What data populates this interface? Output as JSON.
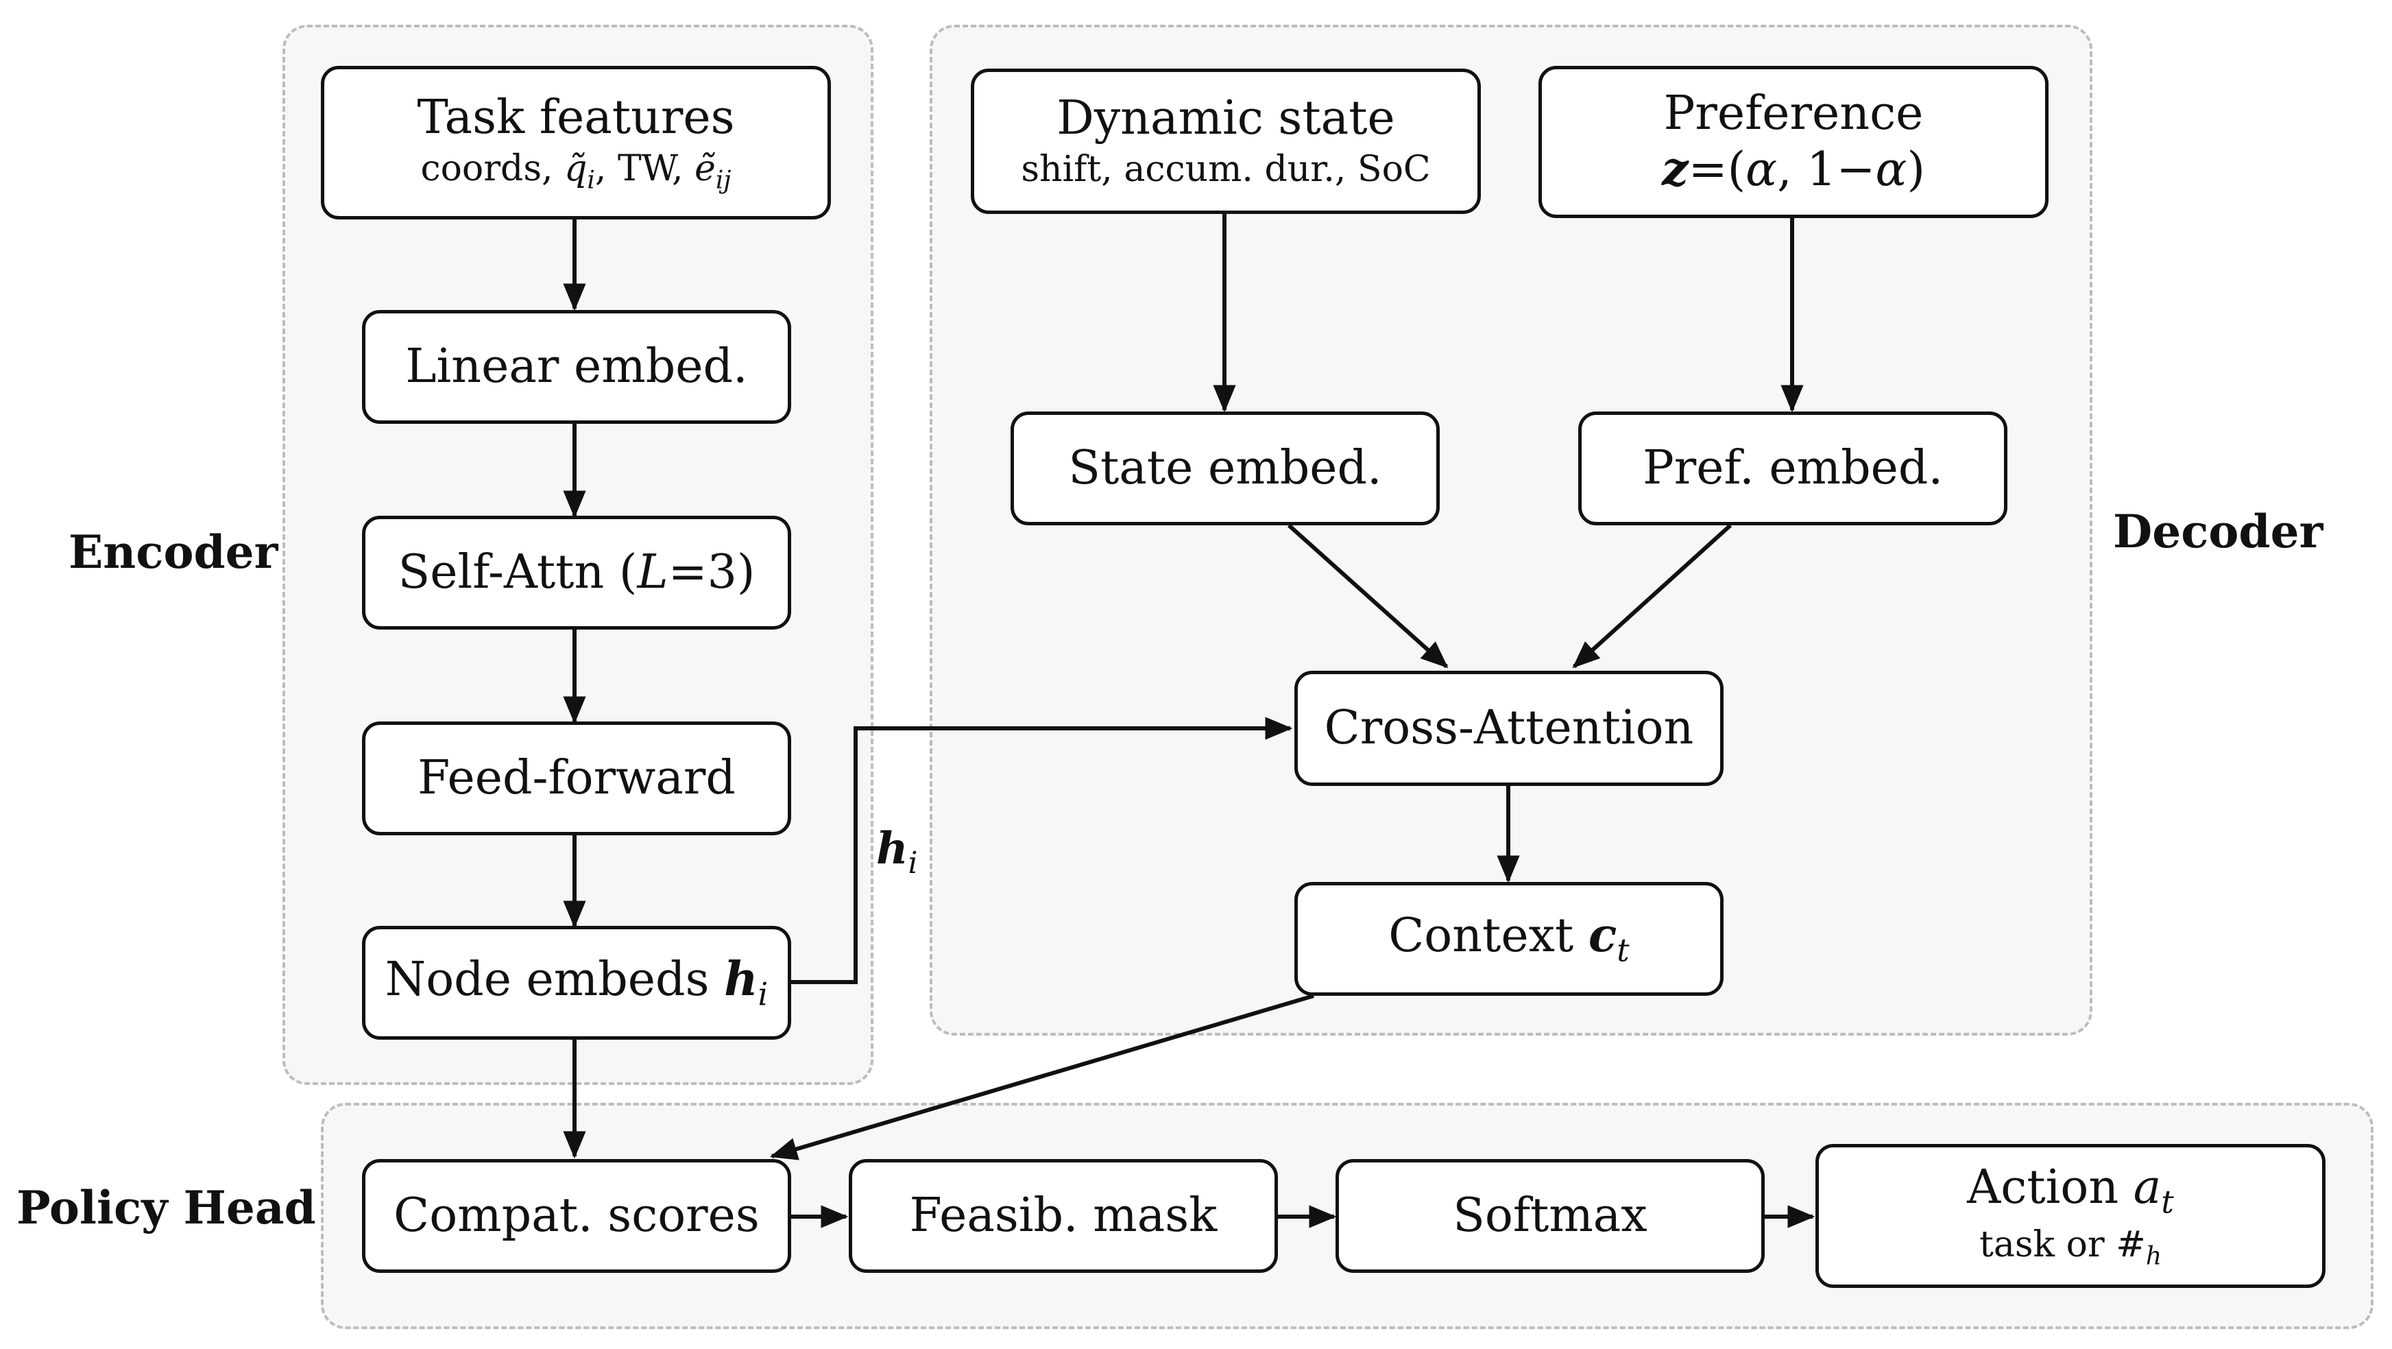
{
  "sections": {
    "encoder": "Encoder",
    "decoder": "Decoder",
    "policy_head": "Policy Head"
  },
  "nodes": {
    "task_features": {
      "title": "Task features",
      "sub_prefix": "coords, ",
      "sub_q": "q̃",
      "sub_q_idx": "i",
      "sub_mid": ", TW, ",
      "sub_e": "ẽ",
      "sub_e_idx": "ij"
    },
    "linear_embed": {
      "title": "Linear embed."
    },
    "self_attn": {
      "prefix": "Self-Attn (",
      "var": "L",
      "suffix": "=3)"
    },
    "feed_forward": {
      "title": "Feed-forward"
    },
    "node_embeds": {
      "prefix": "Node embeds ",
      "var": "h",
      "idx": "i"
    },
    "dynamic_state": {
      "title": "Dynamic state",
      "sub": "shift, accum. dur., SoC"
    },
    "preference": {
      "title": "Preference",
      "z": "z",
      "formula_a": "=(",
      "alpha1": "α",
      "formula_b": ", 1−",
      "alpha2": "α",
      "formula_c": ")"
    },
    "state_embed": {
      "title": "State embed."
    },
    "pref_embed": {
      "title": "Pref. embed."
    },
    "cross_attention": {
      "title": "Cross-Attention"
    },
    "context": {
      "prefix": "Context ",
      "var": "c",
      "idx": "t"
    },
    "compat_scores": {
      "title": "Compat. scores"
    },
    "feasib_mask": {
      "title": "Feasib. mask"
    },
    "softmax": {
      "title": "Softmax"
    },
    "action": {
      "prefix": "Action ",
      "var": "a",
      "idx": "t",
      "sub_prefix": "task or #",
      "sub_idx": "h"
    }
  },
  "edge_labels": {
    "hi": {
      "var": "h",
      "idx": "i"
    }
  },
  "colors": {
    "stroke": "#111111",
    "region_fill": "#f7f7f7",
    "region_border": "#bdbdbd"
  }
}
